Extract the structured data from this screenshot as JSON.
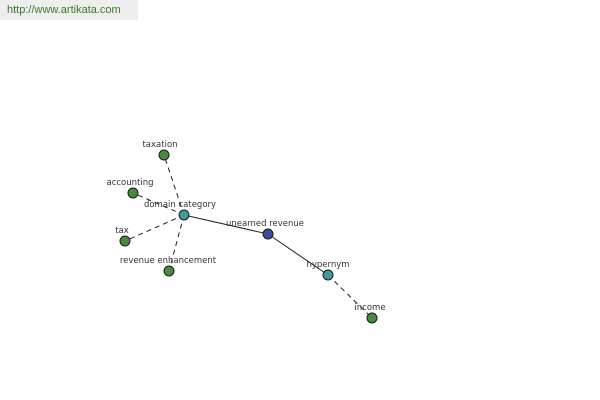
{
  "header": {
    "url": "http://www.artikata.com"
  },
  "graph": {
    "nodes": [
      {
        "id": "unearned",
        "label": "unearned revenue",
        "kind": "main"
      },
      {
        "id": "domain",
        "label": "domain category",
        "kind": "relation"
      },
      {
        "id": "hypernym",
        "label": "hypernym",
        "kind": "relation"
      },
      {
        "id": "taxation",
        "label": "taxation",
        "kind": "term"
      },
      {
        "id": "accounting",
        "label": "accounting",
        "kind": "term"
      },
      {
        "id": "tax",
        "label": "tax",
        "kind": "term"
      },
      {
        "id": "revenue_enhancement",
        "label": "revenue enhancement",
        "kind": "term"
      },
      {
        "id": "income",
        "label": "income",
        "kind": "term"
      }
    ],
    "edges": [
      {
        "from": "unearned",
        "to": "domain",
        "style": "solid"
      },
      {
        "from": "unearned",
        "to": "hypernym",
        "style": "solid"
      },
      {
        "from": "domain",
        "to": "taxation",
        "style": "dashed"
      },
      {
        "from": "domain",
        "to": "accounting",
        "style": "dashed"
      },
      {
        "from": "domain",
        "to": "tax",
        "style": "dashed"
      },
      {
        "from": "domain",
        "to": "revenue_enhancement",
        "style": "dashed"
      },
      {
        "from": "hypernym",
        "to": "income",
        "style": "dashed"
      }
    ],
    "colors": {
      "main": "#3b4f9a",
      "relation": "#3f9a9a",
      "term": "#4a8a3f",
      "stroke": "#222222"
    }
  }
}
